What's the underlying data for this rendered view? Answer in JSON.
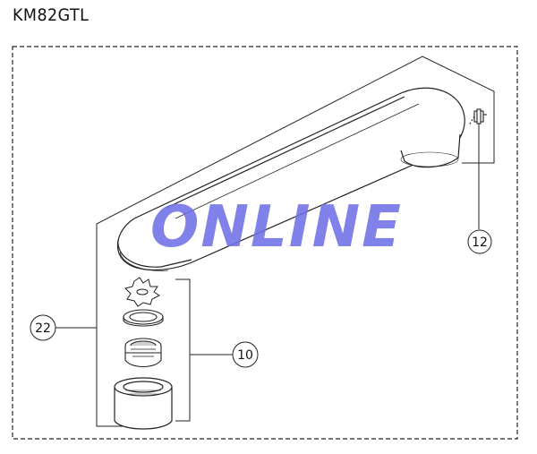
{
  "title": "KM82GTL",
  "watermark_text": "ONLINE",
  "callouts": {
    "spout_assembly": "22",
    "aerator_set": "10",
    "screw": "12"
  },
  "colors": {
    "line": "#222222",
    "watermark": "#6f70e6",
    "background": "#ffffff"
  }
}
